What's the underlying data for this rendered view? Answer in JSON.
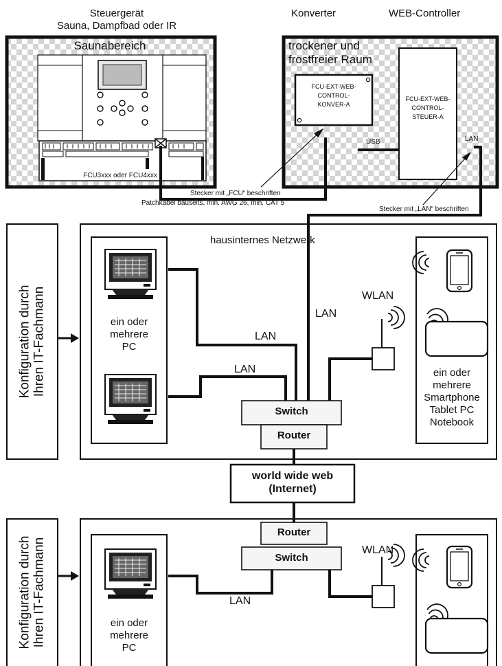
{
  "header": {
    "controller_line1": "Steuergerät",
    "controller_line2": "Sauna, Dampfbad oder IR",
    "converter": "Konverter",
    "web_controller": "WEB-Controller"
  },
  "sauna_area": {
    "title": "Saunabereich",
    "device_label": "FCU3xxx oder FCU4xxx"
  },
  "dry_room": {
    "title_line1": "trockener und",
    "title_line2": "frostfreier Raum",
    "converter_box": [
      "FCU-EXT-WEB-",
      "CONTROL-",
      "KONVER-A"
    ],
    "controller_box": [
      "FCU-EXT-WEB-",
      "CONTROL-",
      "STEUER-A"
    ],
    "usb_label": "USB",
    "lan_label": "LAN"
  },
  "cable_notes": {
    "fcu_plug": "Stecker mit „FCU“ beschriften",
    "patch_cable": "Patchkabel bauseits, min. AWG 26, min. CAT 5",
    "lan_plug": "Stecker mit „LAN“ beschriften"
  },
  "network_top": {
    "title": "hausinternes Netzwerk",
    "side_label_line1": "Konfiguration durch",
    "side_label_line2": "Ihren IT-Fachmann",
    "pc_group": [
      "ein oder",
      "mehrere",
      "PC"
    ],
    "mobile_group": [
      "ein oder",
      "mehrere",
      "Smartphone",
      "Tablet PC",
      "Notebook"
    ],
    "lan_label": "LAN",
    "wlan_label": "WLAN",
    "switch_label": "Switch",
    "router_label": "Router"
  },
  "internet": {
    "line1": "world wide web",
    "line2": "(Internet)"
  },
  "network_bottom": {
    "side_label_line1": "Konfiguration durch",
    "side_label_line2": "Ihren IT-Fachmann",
    "pc_group": [
      "ein oder",
      "mehrere",
      "PC"
    ],
    "lan_label": "LAN",
    "wlan_label": "WLAN",
    "switch_label": "Switch",
    "router_label": "Router"
  }
}
